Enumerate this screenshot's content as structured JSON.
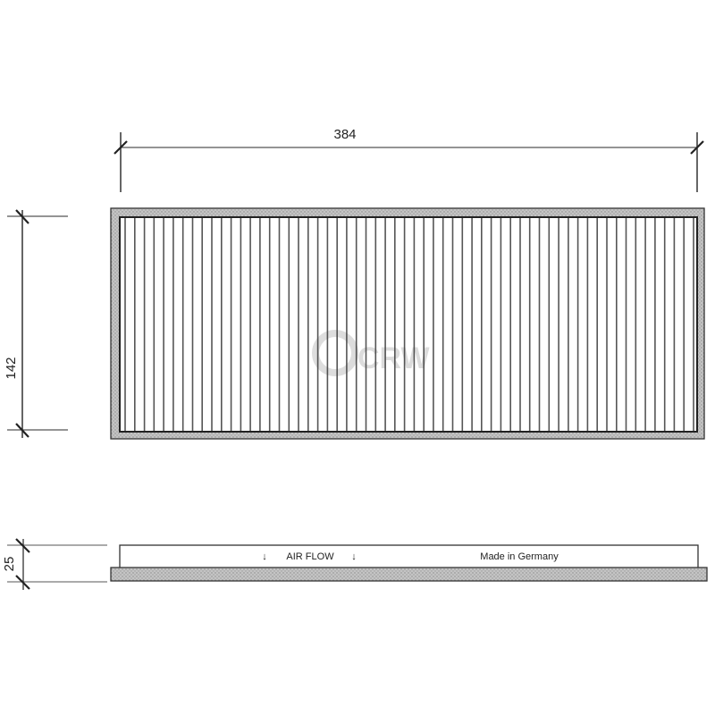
{
  "drawing": {
    "subject": "cabin air filter technical drawing",
    "dimensions": {
      "width": "384",
      "height": "142",
      "thickness": "25"
    },
    "side_view": {
      "airflow_label": "AIR FLOW",
      "airflow_arrow": "arrow-down-icon",
      "origin_label": "Made in Germany"
    },
    "watermark": "CRW",
    "pleat_count": 60,
    "colors": {
      "line": "#333333",
      "frame_fill": "#bdbdbd",
      "pleat": "#555555",
      "background": "#ffffff"
    }
  }
}
